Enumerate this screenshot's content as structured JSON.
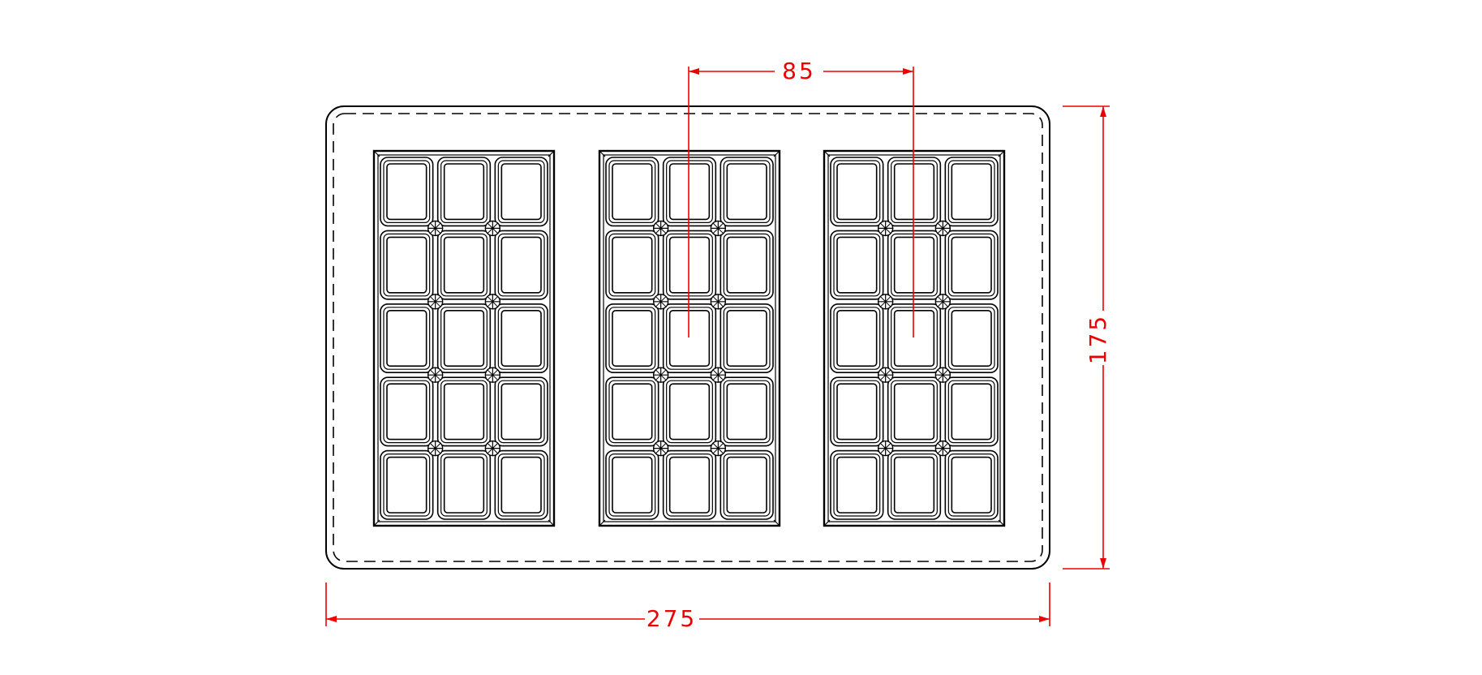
{
  "drawing": {
    "dimensions": {
      "overall_width": "275",
      "overall_height": "175",
      "cavity_pitch": "85"
    },
    "cavities": {
      "count": 3,
      "rows": 5,
      "columns": 3
    },
    "colors": {
      "outline": "#000000",
      "dimension": "#ee0000",
      "background": "#ffffff"
    }
  }
}
